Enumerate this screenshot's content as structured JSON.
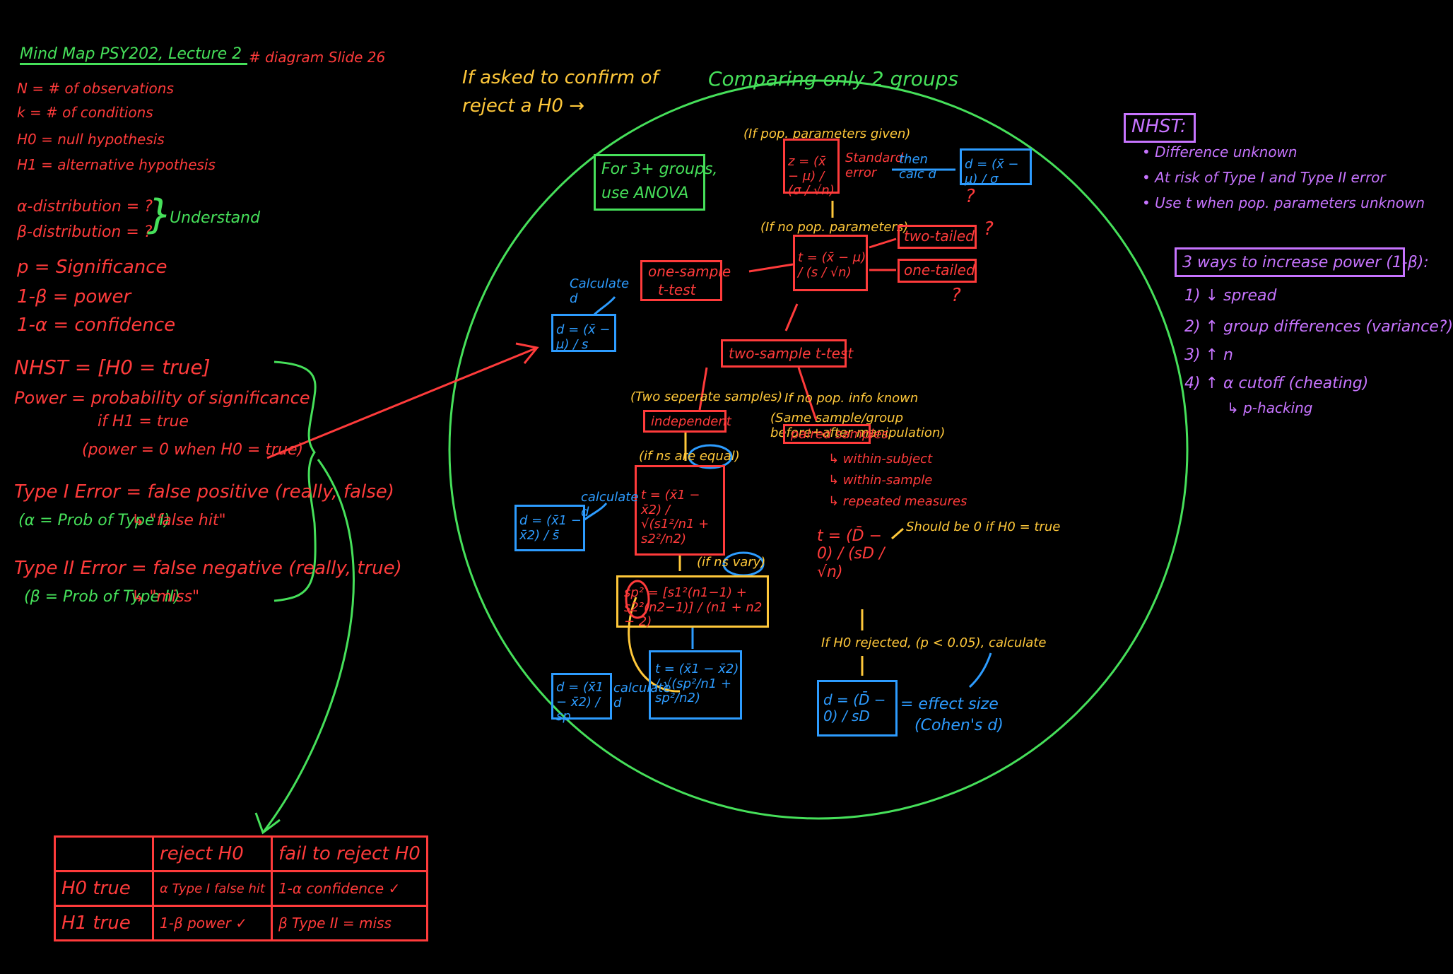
{
  "title": "Mind Map PSY202, Lecture 2",
  "diagram_ref": "# diagram Slide 26",
  "definitions": [
    "N = # of observations",
    "k = # of conditions",
    "H0 = null hypothesis",
    "H1 = alternative hypothesis"
  ],
  "dist_alpha": "α-distribution = ?",
  "dist_beta": "β-distribution = ?",
  "understand": "Understand",
  "sig_lines": [
    "p = Significance",
    "1-β = power",
    "1-α = confidence"
  ],
  "nhst_def": "NHST = [H0 = true]",
  "power_def": "Power = probability of significance",
  "power_def2": "if H1 = true",
  "power_zero": "(power = 0 when H0 = true)",
  "type1": "Type I Error = false positive (really, false)",
  "type1_alpha": "(α = Prob of Type I)",
  "type1_hit": "↳ \"false hit\"",
  "type2": "Type II Error = false negative (really, true)",
  "type2_beta": "(β = Prob of Type II)",
  "type2_miss": "↳ \"miss\"",
  "ask_text": [
    "If asked to confirm of",
    "reject a H0 →"
  ],
  "circle_title": "Comparing only 2 groups",
  "anova": [
    "For 3+ groups,",
    "use ANOVA"
  ],
  "pop_given": "(If pop. parameters given)",
  "z_formula": "z = (x̄ − μ) / (σ / √n)",
  "std_error": "Standard error",
  "then_calc": "then calc d",
  "d_sigma": "d = (x̄ − μ) / σ",
  "qmark": "?",
  "no_pop": "(If no pop. parameters)",
  "t_formula": "t = (x̄ − μ) / (s / √n)",
  "two_tailed": "two-tailed",
  "one_tailed": "one-tailed",
  "one_sample": [
    "one-sample",
    "t-test"
  ],
  "calc_d": "Calculate d",
  "d_s": "d = (x̄ − μ) / s",
  "two_sample": "two-sample t-test",
  "two_sep": "(Two seperate samples)",
  "independent": "independent",
  "if_no_pop": "If no pop. info known",
  "same_sample": "(Same sample/group before+after manipulation)",
  "paired": "paired samples",
  "within_list": [
    "↳ within-subject",
    "↳ within-sample",
    "↳ repeated measures"
  ],
  "ns_equal": "(if ns are equal)",
  "t_ind": "t = (x̄1 − x̄2) / √(s1²/n1 + s2²/n2)",
  "calculate": "calculate d",
  "d_ind": "d = (x̄1 − x̄2) / s̄",
  "ns_vary": "(if ns vary)",
  "sp_formula": "sp² = [s1²(n1−1) + s2²(n2−1)] / (n1 + n2 − 2)",
  "t_pooled": "t = (x̄1 − x̄2) / √(sp²/n1 + sp²/n2)",
  "d_pooled": "d = (x̄1 − x̄2) / sp",
  "calculate2": "calculate d",
  "t_paired": "t = (D̄ − 0) / (sD / √n)",
  "should_be": "Should be 0 if H0 = true",
  "if_rejected": "If H0 rejected, (p < 0.05), calculate",
  "d_paired": "d = (D̄ − 0) / sD",
  "effect": [
    "= effect size",
    "(Cohen's d)"
  ],
  "nhst_title": "NHST:",
  "nhst_points": [
    "• Difference unknown",
    "• At risk of Type I and Type II error",
    "• Use t when pop. parameters unknown"
  ],
  "power_title": "3 ways to increase power (1-β):",
  "power_ways": [
    "1) ↓ spread",
    "2) ↑ group differences (variance?)",
    "3) ↑ n",
    "4) ↑ α cutoff (cheating)",
    "↳ p-hacking"
  ],
  "table": {
    "headers": [
      "",
      "reject H0",
      "fail to reject H0"
    ],
    "rows": [
      [
        "H0 true",
        "α Type I false hit",
        "1-α confidence ✓"
      ],
      [
        "H1 true",
        "1-β power ✓",
        "β Type II = miss"
      ]
    ]
  },
  "colors": {
    "red": "#ff3b3b",
    "green": "#46e05a",
    "yellow": "#ffc83a",
    "blue": "#2d9cff",
    "purple": "#c774ff",
    "background": "#000000"
  }
}
